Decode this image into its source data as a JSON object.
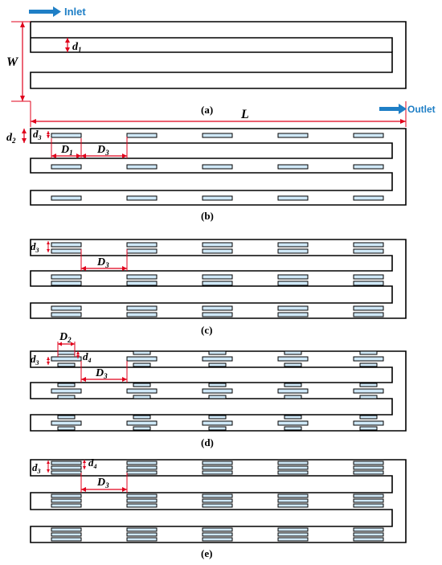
{
  "colors": {
    "outline": "#000000",
    "dimension": "#e0001b",
    "flow_arrow": "#1f7fc6",
    "flow_text": "#1f7fc6",
    "rib_fill": "#cfe8f7"
  },
  "flow": {
    "inlet_label": "Inlet",
    "outlet_label": "Outlet"
  },
  "dimensions": {
    "d1": "d",
    "d1_sub": "1",
    "W": "W",
    "L": "L",
    "d2": "d",
    "d2_sub": "2",
    "d3": "d",
    "d3_sub": "3",
    "D1": "D",
    "D1_sub": "1",
    "D2": "D",
    "D2_sub": "2",
    "D3": "D",
    "D3_sub": "3",
    "d4": "d",
    "d4_sub": "4"
  },
  "panels": [
    {
      "caption": "(a)"
    },
    {
      "caption": "(b)"
    },
    {
      "caption": "(c)"
    },
    {
      "caption": "(d)"
    },
    {
      "caption": "(e)"
    }
  ]
}
